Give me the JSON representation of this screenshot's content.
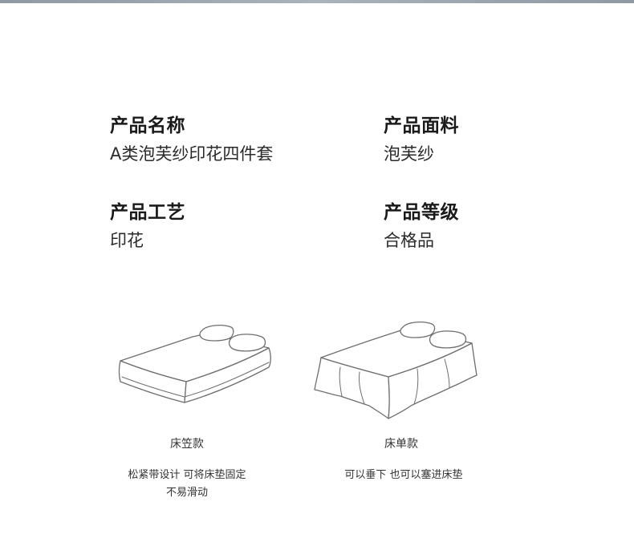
{
  "specs": {
    "name": {
      "label": "产品名称",
      "value": "A类泡芙纱印花四件套"
    },
    "fabric": {
      "label": "产品面料",
      "value": "泡芙纱"
    },
    "craft": {
      "label": "产品工艺",
      "value": "印花"
    },
    "grade": {
      "label": "产品等级",
      "value": "合格品"
    }
  },
  "styles": {
    "fitted": {
      "title": "床笠款",
      "desc_line1": "松紧带设计 可将床垫固定",
      "desc_line2": "不易滑动"
    },
    "flat": {
      "title": "床单款",
      "desc": "可以垂下 也可以塞进床垫"
    }
  }
}
